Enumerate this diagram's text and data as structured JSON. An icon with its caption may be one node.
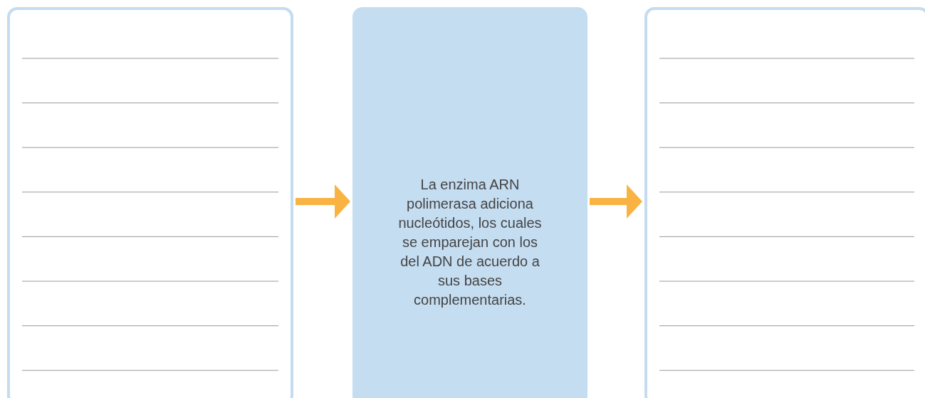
{
  "diagram": {
    "nodes": [
      {
        "text": [],
        "shape": "box"
      },
      {
        "text": [
          "La enzima ARN polimerasa adiciona nucleótidos, los cuales se emparejan con los del ADN de acuerdo a sus bases complementarias."
        ]
      },
      {
        "text": [],
        "shape": "box"
      }
    ],
    "edges": [
      {
        "from": 0,
        "to": 1,
        "arrow": "to"
      },
      {
        "from": 1,
        "to": 2,
        "arrow": "to"
      }
    ]
  }
}
